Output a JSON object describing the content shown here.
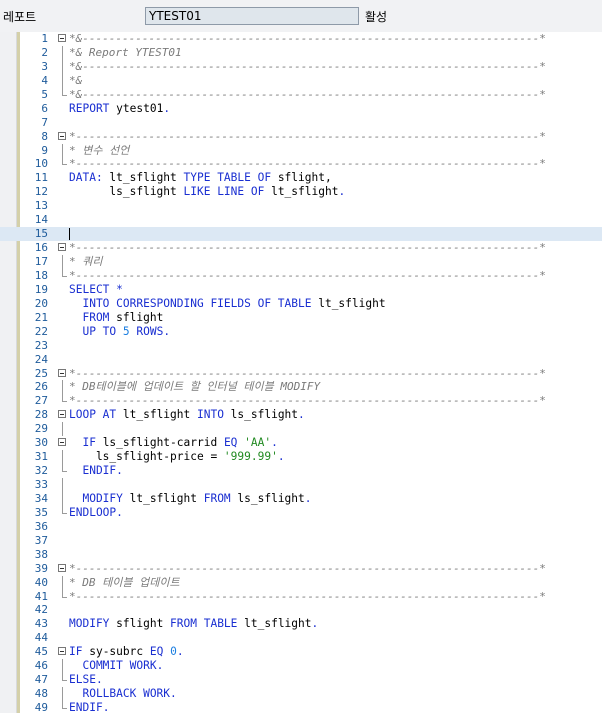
{
  "toolbar": {
    "label": "레포트",
    "report_name": "YTEST01",
    "status": "활성"
  },
  "lines": [
    {
      "n": "1",
      "fold": "start",
      "t": "cmt",
      "text": "*&---------------------------------------------------------------------*"
    },
    {
      "n": "2",
      "fold": "bar",
      "t": "cmt",
      "text": "*& Report YTEST01"
    },
    {
      "n": "3",
      "fold": "bar",
      "t": "cmt",
      "text": "*&---------------------------------------------------------------------*"
    },
    {
      "n": "4",
      "fold": "bar",
      "t": "cmt",
      "text": "*&"
    },
    {
      "n": "5",
      "fold": "end",
      "t": "cmt",
      "text": "*&---------------------------------------------------------------------*"
    },
    {
      "n": "6",
      "t": "code",
      "parts": [
        [
          "REPORT",
          "kw"
        ],
        [
          " ytest01",
          ""
        ],
        [
          ".",
          "op"
        ]
      ]
    },
    {
      "n": "7",
      "t": "blank"
    },
    {
      "n": "8",
      "fold": "start",
      "t": "cmt",
      "text": "*----------------------------------------------------------------------*"
    },
    {
      "n": "9",
      "fold": "bar",
      "t": "cmt",
      "text": "* 변수 선언"
    },
    {
      "n": "10",
      "fold": "end",
      "t": "cmt",
      "text": "*----------------------------------------------------------------------*"
    },
    {
      "n": "11",
      "t": "code",
      "parts": [
        [
          "DATA:",
          "kw"
        ],
        [
          " lt_sflight ",
          ""
        ],
        [
          "TYPE TABLE OF",
          "kw"
        ],
        [
          " sflight,",
          ""
        ]
      ]
    },
    {
      "n": "12",
      "t": "code",
      "parts": [
        [
          "      ls_sflight ",
          ""
        ],
        [
          "LIKE LINE OF",
          "kw"
        ],
        [
          " lt_sflight",
          ""
        ],
        [
          ".",
          "op"
        ]
      ]
    },
    {
      "n": "13",
      "t": "blank"
    },
    {
      "n": "14",
      "t": "blank"
    },
    {
      "n": "15",
      "t": "cursor"
    },
    {
      "n": "16",
      "fold": "start",
      "t": "cmt",
      "text": "*----------------------------------------------------------------------*"
    },
    {
      "n": "17",
      "fold": "bar",
      "t": "cmt",
      "text": "* 쿼리"
    },
    {
      "n": "18",
      "fold": "end",
      "t": "cmt",
      "text": "*----------------------------------------------------------------------*"
    },
    {
      "n": "19",
      "t": "code",
      "parts": [
        [
          "SELECT",
          "kw"
        ],
        [
          " *",
          "op"
        ]
      ]
    },
    {
      "n": "20",
      "t": "code",
      "parts": [
        [
          "  INTO CORRESPONDING FIELDS OF TABLE",
          "kw"
        ],
        [
          " lt_sflight",
          ""
        ]
      ]
    },
    {
      "n": "21",
      "t": "code",
      "parts": [
        [
          "  FROM",
          "kw"
        ],
        [
          " sflight",
          ""
        ]
      ]
    },
    {
      "n": "22",
      "t": "code",
      "parts": [
        [
          "  UP TO",
          "kw"
        ],
        [
          " 5",
          "num"
        ],
        [
          " ROWS",
          "kw"
        ],
        [
          ".",
          "op"
        ]
      ]
    },
    {
      "n": "23",
      "t": "blank"
    },
    {
      "n": "24",
      "t": "blank"
    },
    {
      "n": "25",
      "fold": "start",
      "t": "cmt",
      "text": "*----------------------------------------------------------------------*"
    },
    {
      "n": "26",
      "fold": "bar",
      "t": "cmt",
      "text": "* DB테이블에 업데이트 할 인터널 테이블 MODIFY"
    },
    {
      "n": "27",
      "fold": "end",
      "t": "cmt",
      "text": "*----------------------------------------------------------------------*"
    },
    {
      "n": "28",
      "fold": "start",
      "t": "code",
      "parts": [
        [
          "LOOP AT",
          "kw"
        ],
        [
          " lt_sflight ",
          ""
        ],
        [
          "INTO",
          "kw"
        ],
        [
          " ls_sflight",
          ""
        ],
        [
          ".",
          "op"
        ]
      ]
    },
    {
      "n": "29",
      "fold": "bar",
      "t": "blank"
    },
    {
      "n": "30",
      "fold": "start",
      "t": "code",
      "parts": [
        [
          "  IF",
          "kw"
        ],
        [
          " ls_sflight-carrid ",
          ""
        ],
        [
          "EQ",
          "kw"
        ],
        [
          " ",
          ""
        ],
        [
          "'AA'",
          "str"
        ],
        [
          ".",
          "op"
        ]
      ]
    },
    {
      "n": "31",
      "fold": "bar",
      "t": "code",
      "parts": [
        [
          "    ls_sflight-price = ",
          ""
        ],
        [
          "'999.99'",
          "str"
        ],
        [
          ".",
          "op"
        ]
      ]
    },
    {
      "n": "32",
      "fold": "end",
      "t": "code",
      "parts": [
        [
          "  ENDIF",
          "kw"
        ],
        [
          ".",
          "op"
        ]
      ]
    },
    {
      "n": "33",
      "fold": "bar",
      "t": "blank"
    },
    {
      "n": "34",
      "fold": "bar",
      "t": "code",
      "parts": [
        [
          "  MODIFY",
          "kw"
        ],
        [
          " lt_sflight ",
          ""
        ],
        [
          "FROM",
          "kw"
        ],
        [
          " ls_sflight",
          ""
        ],
        [
          ".",
          "op"
        ]
      ]
    },
    {
      "n": "35",
      "fold": "end",
      "t": "code",
      "parts": [
        [
          "ENDLOOP",
          "kw"
        ],
        [
          ".",
          "op"
        ]
      ]
    },
    {
      "n": "36",
      "t": "blank"
    },
    {
      "n": "37",
      "t": "blank"
    },
    {
      "n": "38",
      "t": "blank"
    },
    {
      "n": "39",
      "fold": "start",
      "t": "cmt",
      "text": "*----------------------------------------------------------------------*"
    },
    {
      "n": "40",
      "fold": "bar",
      "t": "cmt",
      "text": "* DB 테이블 업데이트"
    },
    {
      "n": "41",
      "fold": "end",
      "t": "cmt",
      "text": "*----------------------------------------------------------------------*"
    },
    {
      "n": "42",
      "t": "blank"
    },
    {
      "n": "43",
      "t": "code",
      "parts": [
        [
          "MODIFY",
          "kw"
        ],
        [
          " sflight ",
          ""
        ],
        [
          "FROM TABLE",
          "kw"
        ],
        [
          " lt_sflight",
          ""
        ],
        [
          ".",
          "op"
        ]
      ]
    },
    {
      "n": "44",
      "t": "blank"
    },
    {
      "n": "45",
      "fold": "start",
      "t": "code",
      "parts": [
        [
          "IF",
          "kw"
        ],
        [
          " sy-subrc ",
          ""
        ],
        [
          "EQ",
          "kw"
        ],
        [
          " 0",
          "num"
        ],
        [
          ".",
          "op"
        ]
      ]
    },
    {
      "n": "46",
      "fold": "bar",
      "t": "code",
      "parts": [
        [
          "  COMMIT WORK",
          "kw"
        ],
        [
          ".",
          "op"
        ]
      ]
    },
    {
      "n": "47",
      "fold": "end",
      "t": "code",
      "parts": [
        [
          "ELSE",
          "kw"
        ],
        [
          ".",
          "op"
        ]
      ]
    },
    {
      "n": "48",
      "fold": "bar",
      "t": "code",
      "parts": [
        [
          "  ROLLBACK WORK",
          "kw"
        ],
        [
          ".",
          "op"
        ]
      ]
    },
    {
      "n": "49",
      "fold": "end",
      "t": "code",
      "parts": [
        [
          "ENDIF",
          "kw"
        ],
        [
          ".",
          "op"
        ]
      ]
    }
  ]
}
